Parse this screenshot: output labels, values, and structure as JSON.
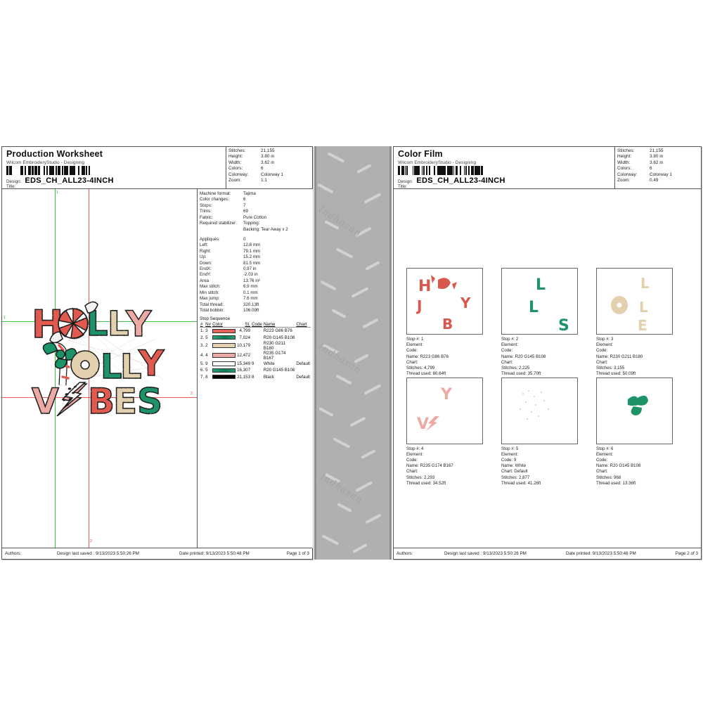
{
  "pages": {
    "left": {
      "title": "Production Worksheet",
      "subtitle": "Wilcom EmbroideryStudio - Designing",
      "design_label": "Design:",
      "design_value": "EDS_CH_ALL23-4INCH",
      "title_label": "Title:",
      "info": [
        {
          "key": "Stitches:",
          "value": "21,155"
        },
        {
          "key": "Height:",
          "value": "3.80 in"
        },
        {
          "key": "Width:",
          "value": "3.62 in"
        },
        {
          "key": "Colors:",
          "value": "6"
        },
        {
          "key": "Colorway:",
          "value": "Colorway 1"
        },
        {
          "key": "Zoom:",
          "value": "1:1"
        }
      ],
      "footer": {
        "authors": "Authors:",
        "saved": "Design last saved :  9/13/2023 5:50:26 PM",
        "printed": "Date printed:  9/13/2023 5:50:48 PM",
        "page": "Page 1 of 3"
      }
    },
    "right": {
      "title": "Color Film",
      "subtitle": "Wilcom EmbroideryStudio - Designing",
      "design_label": "Design:",
      "design_value": "EDS_CH_ALL23-4INCH",
      "title_label": "Title:",
      "info": [
        {
          "key": "Stitches:",
          "value": "21,155"
        },
        {
          "key": "Height:",
          "value": "3.80 in"
        },
        {
          "key": "Width:",
          "value": "3.62 in"
        },
        {
          "key": "Colors:",
          "value": "6"
        },
        {
          "key": "Colorway:",
          "value": "Colorway 1"
        },
        {
          "key": "Zoom:",
          "value": "0.49"
        }
      ],
      "footer": {
        "authors": "Authors:",
        "saved": "Design last saved :  9/13/2023 5:50:26 PM",
        "printed": "Date printed: 9/13/2023 5:50:48 PM",
        "page": "Page 2 of 3"
      }
    }
  },
  "specs": [
    {
      "key": "Machine format:",
      "value": "Tajima"
    },
    {
      "key": "Color changes:",
      "value": "6"
    },
    {
      "key": "Stops:",
      "value": "7"
    },
    {
      "key": "Trims:",
      "value": "69"
    },
    {
      "key": "Fabric:",
      "value": "Pure Cotton"
    },
    {
      "key": "Required stabilizer:",
      "value": "Topping:"
    },
    {
      "key": "",
      "value": "Backing: Tear Away x 2"
    },
    {
      "key": "Appliqués:",
      "value": "0"
    },
    {
      "key": "Left:",
      "value": "12.8 mm"
    },
    {
      "key": "Right:",
      "value": "79.1 mm"
    },
    {
      "key": "Up:",
      "value": "15.2 mm"
    },
    {
      "key": "Down:",
      "value": "81.5 mm"
    },
    {
      "key": "EndX:",
      "value": "0.97 in"
    },
    {
      "key": "EndY:",
      "value": "-2.03 in"
    },
    {
      "key": "Area",
      "value": "13.76 in²"
    },
    {
      "key": "Max stitch:",
      "value": "6.9 mm"
    },
    {
      "key": "Min stitch:",
      "value": "0.1 mm"
    },
    {
      "key": "Max jump:",
      "value": "7.6 mm"
    },
    {
      "key": "Total thread:",
      "value": "320.13ft"
    },
    {
      "key": "Total bobbin:",
      "value": "106.09ft"
    }
  ],
  "stop_sequence": {
    "title": "Stop Sequence",
    "headers": [
      "#",
      "N#",
      "Color",
      "St.",
      "Code",
      "Name",
      "Chart"
    ],
    "rows": [
      {
        "n": "1.",
        "needle": "3",
        "color": "#e8635c",
        "stitches": "4,799",
        "code": "",
        "name": "R223 G86 B76",
        "chart": ""
      },
      {
        "n": "2.",
        "needle": "5",
        "color": "#1d9367",
        "stitches": "7,024",
        "code": "",
        "name": "R20 G145 B108",
        "chart": ""
      },
      {
        "n": "3.",
        "needle": "2",
        "color": "#e3d0ae",
        "stitches": "10,179",
        "code": "",
        "name": "R230 G211 B180",
        "chart": ""
      },
      {
        "n": "4.",
        "needle": "4",
        "color": "#edaaa4",
        "stitches": "12,472",
        "code": "",
        "name": "R235 G174 B167",
        "chart": ""
      },
      {
        "n": "5.",
        "needle": "9",
        "color": "#ffffff",
        "stitches": "15,349",
        "code": "9",
        "name": "White",
        "chart": "Default"
      },
      {
        "n": "6.",
        "needle": "5",
        "color": "#1d9367",
        "stitches": "16,307",
        "code": "",
        "name": "R20 G145 B108",
        "chart": ""
      },
      {
        "n": "7.",
        "needle": "8",
        "color": "#000000",
        "stitches": "21,153",
        "code": "8",
        "name": "Black",
        "chart": "Default"
      }
    ]
  },
  "color_film": {
    "stops": [
      {
        "stop": "Stop #: 1",
        "element": "Element:",
        "code": "Code:",
        "name": "Name: R223 G86 B76",
        "chart": "Chart:",
        "stitches": "Stitches: 4,799",
        "thread": "Thread used: 80.64ft",
        "swatch": "#d8574e"
      },
      {
        "stop": "Stop #: 2",
        "element": "Element:",
        "code": "Code:",
        "name": "Name: R20 G145 B108",
        "chart": "Chart:",
        "stitches": "Stitches: 2,225",
        "thread": "Thread used: 35.70ft",
        "swatch": "#1d9367"
      },
      {
        "stop": "Stop #: 3",
        "element": "Element:",
        "code": "Code:",
        "name": "Name: R230 G211 B180",
        "chart": "Chart:",
        "stitches": "Stitches: 3,155",
        "thread": "Thread used: 50.09ft",
        "swatch": "#e3d0ae"
      },
      {
        "stop": "Stop #: 4",
        "element": "Element:",
        "code": "Code:",
        "name": "Name: R235 G174 B167",
        "chart": "Chart:",
        "stitches": "Stitches: 2,293",
        "thread": "Thread used: 34.52ft",
        "swatch": "#edaaa4"
      },
      {
        "stop": "Stop #: 5",
        "element": "Element:",
        "code": "Code: 9",
        "name": "Name: White",
        "chart": "Chart: Default",
        "stitches": "Stitches: 2,877",
        "thread": "Thread used: 41.26ft",
        "swatch": "#ffffff"
      },
      {
        "stop": "Stop #: 6",
        "element": "Element:",
        "code": "Code:",
        "name": "Name: R20 G145 B108",
        "chart": "Chart:",
        "stitches": "Stitches: 968",
        "thread": "Thread used: 13.36ft",
        "swatch": "#1d9367"
      }
    ]
  },
  "artwork": {
    "line1": "HOLLY",
    "line2": "JOLLY",
    "line3": "VIBES",
    "motifs": [
      "peppermint-candy",
      "candy-cane-bow",
      "lightning-bolt"
    ],
    "colors": {
      "red": "#e05a50",
      "green": "#1d9367",
      "tan": "#e3d0ae",
      "pink": "#edaaa4",
      "white": "#ffffff",
      "outline": "#1a1a1a"
    }
  },
  "divider": {
    "watermark_text": "Indhasan"
  },
  "guide_marks": {
    "g1": "1",
    "g2": "1",
    "r2": "2",
    "r2b": "2"
  }
}
